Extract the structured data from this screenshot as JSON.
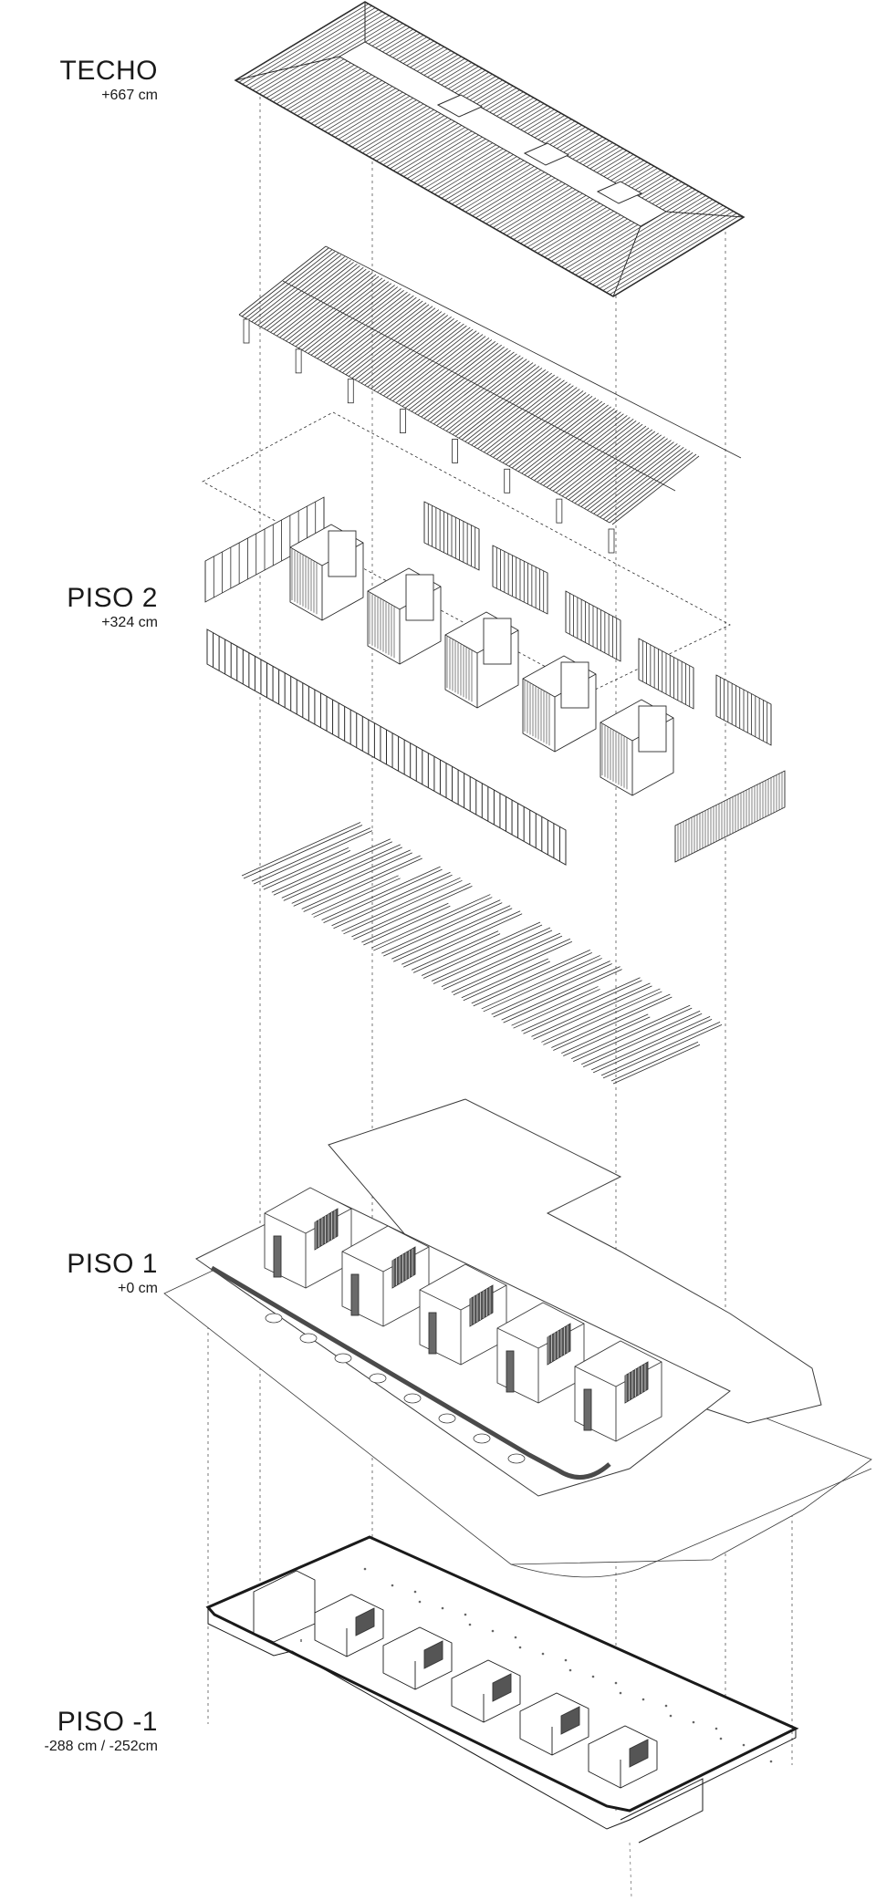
{
  "levels": [
    {
      "name": "TECHO",
      "elevation": "+667 cm"
    },
    {
      "name": "PISO 2",
      "elevation": "+324 cm"
    },
    {
      "name": "PISO 1",
      "elevation": "+0 cm"
    },
    {
      "name": "PISO -1",
      "elevation": "-288 cm / -252cm"
    }
  ],
  "colors": {
    "line": "#2b2b2b",
    "dashed": "#777777",
    "fill_dark": "#4a4a4a",
    "background": "#ffffff"
  }
}
